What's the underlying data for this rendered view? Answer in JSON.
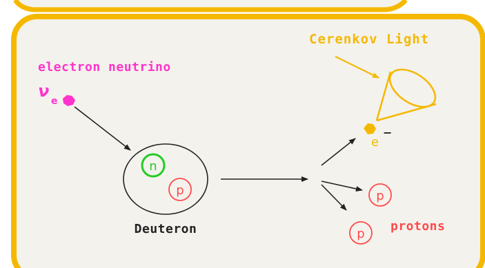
{
  "labels": {
    "neutrino": "electron neutrino",
    "neutrino_symbol": "ν",
    "neutrino_subscript": "e",
    "cerenkov": "Cerenkov Light",
    "electron": "e",
    "electron_charge": "−",
    "deuteron": "Deuteron",
    "neutron": "n",
    "proton": "p",
    "protons": "protons"
  },
  "colors": {
    "frame": "#f5b800",
    "panel": "#f4f2ed",
    "neutrino": "#ff33cc",
    "cerenkov": "#f5b800",
    "neutron": "#22cc22",
    "proton": "#ff4a4a",
    "ink": "#222222"
  }
}
